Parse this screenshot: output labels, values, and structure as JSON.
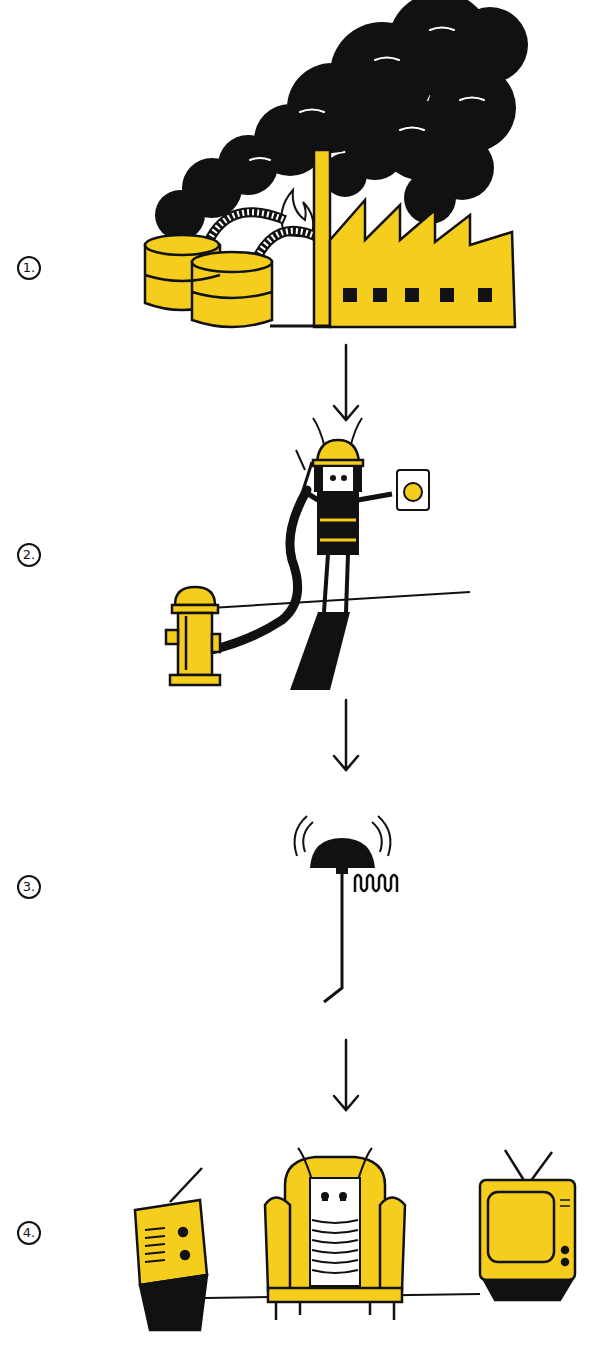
{
  "diagram": {
    "labels": [
      "1.",
      "2.",
      "3.",
      "4."
    ]
  }
}
